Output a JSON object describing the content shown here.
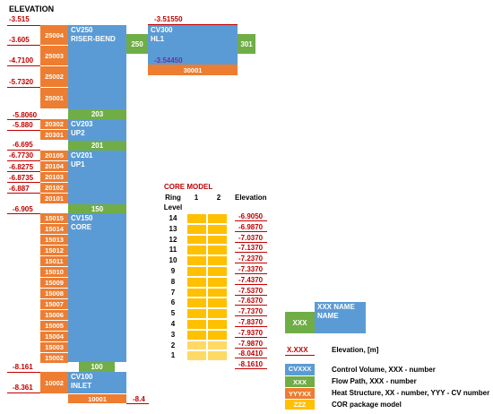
{
  "title": "ELEVATION",
  "cv": {
    "cv250": {
      "id": "CV250",
      "name": "RISER-BEND"
    },
    "cv300": {
      "id": "CV300",
      "name": "HL1"
    },
    "cv203": {
      "id": "CV203",
      "name": "UP2"
    },
    "cv201": {
      "id": "CV201",
      "name": "UP1"
    },
    "cv150": {
      "id": "CV150",
      "name": "CORE"
    },
    "cv100": {
      "id": "CV100",
      "name": "INLET"
    }
  },
  "fp": {
    "f250": "250",
    "f301": "301",
    "f203": "203",
    "f201": "201",
    "f150": "150",
    "f100": "100"
  },
  "hs_top": [
    "25004",
    "25003",
    "25002",
    "25001"
  ],
  "hs_hl": "30001",
  "hs_up2": [
    "20302",
    "20301"
  ],
  "hs_up1": [
    "20105",
    "20104",
    "20103",
    "20102",
    "20101"
  ],
  "hs_core": [
    "15015",
    "15014",
    "15013",
    "15012",
    "15011",
    "15010",
    "15009",
    "15008",
    "15007",
    "15006",
    "15005",
    "15004",
    "15003",
    "15002"
  ],
  "hs_inlet": "10002",
  "hs_bottom": "10001",
  "elev_left": [
    "-3.515",
    "-3.605",
    "-4.7100",
    "-5.7320",
    "-5.8060",
    "-5.880",
    "-6.695",
    "-6.7730",
    "-6.8275",
    "-6.8735",
    "-6.887",
    "-6.905",
    "-8.161",
    "-8.361"
  ],
  "elev_hl": [
    "-3.51550",
    "-3.54450"
  ],
  "elev_bottom": "-8.4",
  "core_model": {
    "title": "CORE MODEL",
    "h_ring": "Ring",
    "h_level": "Level",
    "h_r1": "1",
    "h_r2": "2",
    "h_elev": "Elevation",
    "rows": [
      {
        "level": "14",
        "elev": "-6.9050"
      },
      {
        "level": "13",
        "elev": "-6.9870"
      },
      {
        "level": "12",
        "elev": "-7.0370"
      },
      {
        "level": "11",
        "elev": "-7.1370"
      },
      {
        "level": "10",
        "elev": "-7.2370"
      },
      {
        "level": "9",
        "elev": "-7.3370"
      },
      {
        "level": "8",
        "elev": "-7.4370"
      },
      {
        "level": "7",
        "elev": "-7.5370"
      },
      {
        "level": "6",
        "elev": "-7.6370"
      },
      {
        "level": "5",
        "elev": "-7.7370"
      },
      {
        "level": "4",
        "elev": "-7.8370"
      },
      {
        "level": "3",
        "elev": "-7.9370"
      },
      {
        "level": "2",
        "elev": "-7.9870"
      },
      {
        "level": "1",
        "elev": "-8.0410"
      },
      {
        "level": "",
        "elev": "-8.1610"
      }
    ]
  },
  "legend": {
    "example_fp": "XXX",
    "example_cv_num": "XXX NAME",
    "example_cv_name": "NAME",
    "elev_sym": "X.XXX",
    "elev_desc": "Elevation, [m]",
    "cv_sym": "CVXXX",
    "cv_desc": "Control Volume, XXX - number",
    "fp_sym": "XXX",
    "fp_desc": "Flow Path, XXX - number",
    "hs_sym": "YYYXX",
    "hs_desc": "Heat Structure, XX - number, YYY - CV number",
    "cor_sym": "ZZZ",
    "cor_desc": "COR package model"
  },
  "colors": {
    "cv": "#5b9bd5",
    "fp": "#70ad47",
    "hs": "#ed7d31",
    "cor": "#ffc000",
    "elev": "#c00000"
  }
}
